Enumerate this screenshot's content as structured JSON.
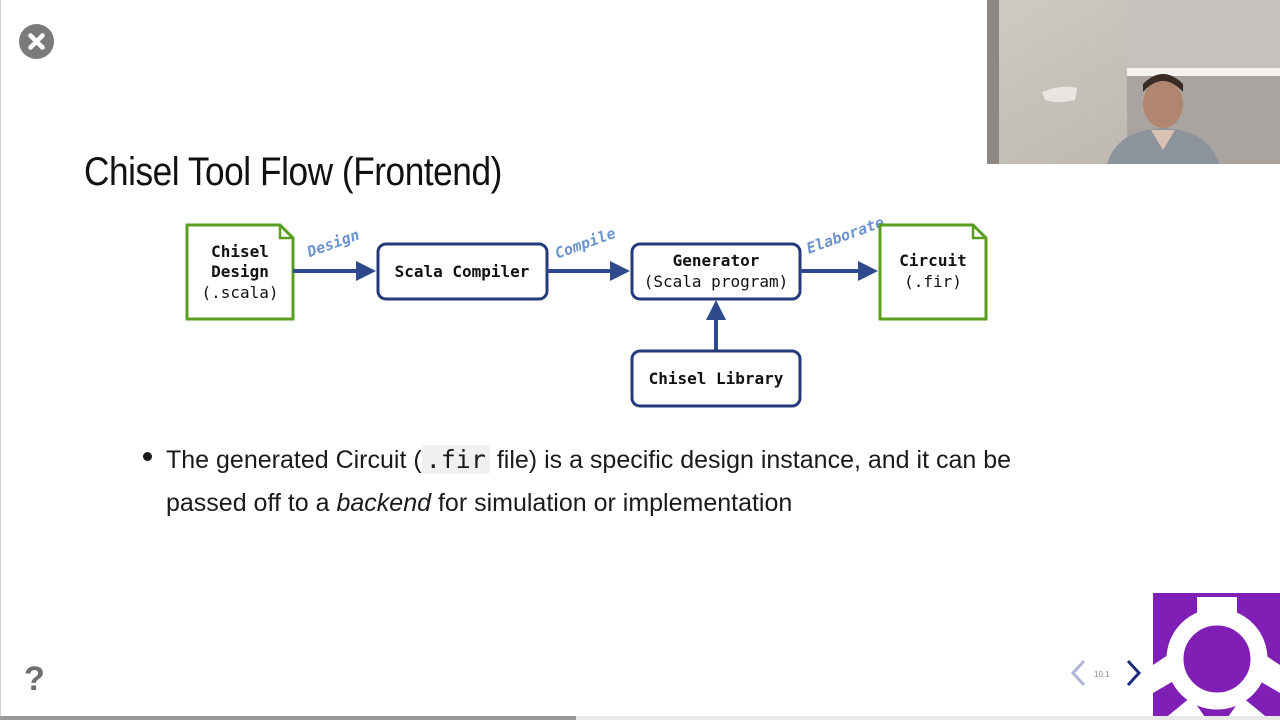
{
  "slide": {
    "title": "Chisel Tool Flow (Frontend)",
    "slide_number": "10.1",
    "progress_fraction": 0.45
  },
  "diagram": {
    "nodes": {
      "chisel_design": {
        "line1": "Chisel",
        "line2": "Design",
        "line3": "(.scala)"
      },
      "scala_compiler": {
        "label": "Scala Compiler"
      },
      "generator": {
        "line1": "Generator",
        "line2": "(Scala program)"
      },
      "circuit": {
        "line1": "Circuit",
        "line2": "(.fir)"
      },
      "chisel_library": {
        "label": "Chisel Library"
      }
    },
    "edge_labels": {
      "design": "Design",
      "compile": "Compile",
      "elaborate": "Elaborate"
    }
  },
  "bullet": {
    "part1": "The generated Circuit (",
    "code": ".fir",
    "part2": " file) is a specific design instance, and it can be passed off to a ",
    "emphasis": "backend",
    "part3": " for simulation or implementation"
  },
  "colors": {
    "node_border": "#243a7a",
    "file_border": "#5a9e1f",
    "arrow": "#2e4a8c",
    "edge_label": "#6a93cf",
    "logo_bg": "#7f1fb5"
  },
  "icons": {
    "close": "close-icon",
    "help": "question-icon",
    "prev": "chevron-left-icon",
    "next": "chevron-right-icon"
  },
  "help_label": "?"
}
